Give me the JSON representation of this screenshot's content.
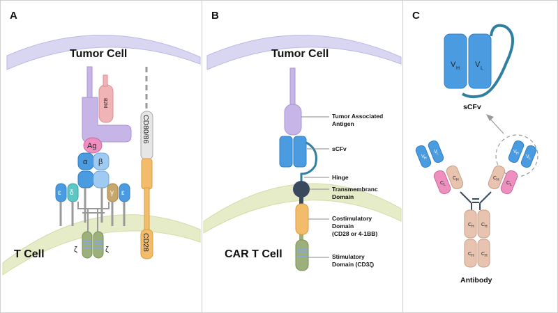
{
  "panels": {
    "a": {
      "letter": "A",
      "tumor_cell": "Tumor Cell",
      "t_cell": "T Cell",
      "b2m": "B2M",
      "ag": "Ag",
      "alpha": "α",
      "beta": "β",
      "epsilon": "ε",
      "delta": "δ",
      "gamma": "γ",
      "zeta": "ζ",
      "cd80_86": "CD80/86",
      "cd28": "CD28"
    },
    "b": {
      "letter": "B",
      "tumor_cell": "Tumor Cell",
      "car_t_cell": "CAR T Cell",
      "labels": {
        "antigen_1": "Tumor Associated",
        "antigen_2": "Antigen",
        "scfv": "sCFv",
        "hinge": "Hinge",
        "tm_1": "Transmembranc",
        "tm_2": "Domain",
        "costim_1": "Costimulatory",
        "costim_2": "Domain",
        "costim_3": "(CD28 or 4-1BB)",
        "stim_1": "Stimulatory",
        "stim_2": "Domain (CD3ζ)"
      }
    },
    "c": {
      "letter": "C",
      "scfv_label": "sCFv",
      "antibody_label": "Antibody",
      "vh_main": "V",
      "vh_sub": "H",
      "vl_main": "V",
      "vl_sub": "L",
      "c_main": "C",
      "h_sub": "H",
      "l_sub": "L"
    }
  },
  "colors": {
    "tumor_membrane": "#d9d6f2",
    "tcell_membrane": "#e6ecc8",
    "purple": "#c8b5e8",
    "pink": "#f0b3b6",
    "magenta": "#ef8fc0",
    "blue": "#4a9be0",
    "light_blue": "#9fcaf2",
    "teal": "#5cc7c4",
    "tan": "#c7a76a",
    "orange": "#f2bc6b",
    "olive": "#9bb07a",
    "dark_node": "#3a4a5e",
    "beige": "#e8c3b0",
    "hinge_teal": "#2f7fa3"
  }
}
